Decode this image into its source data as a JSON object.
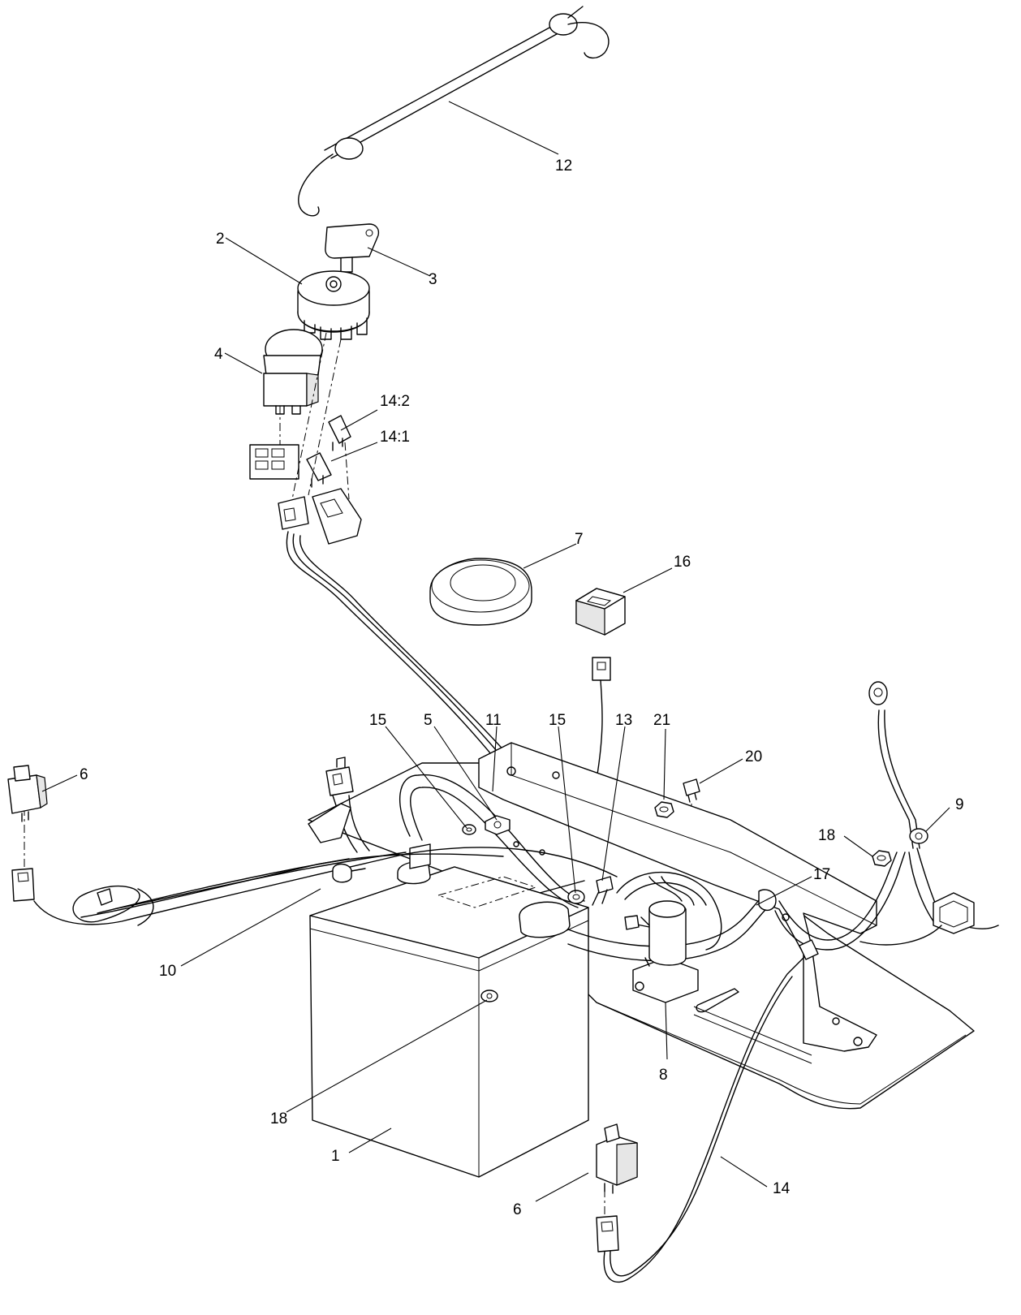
{
  "callouts": {
    "c1": "1",
    "c2": "2",
    "c3": "3",
    "c4": "4",
    "c5": "5",
    "c6a": "6",
    "c6b": "6",
    "c7": "7",
    "c8": "8",
    "c9": "9",
    "c10": "10",
    "c11": "11",
    "c12": "12",
    "c13": "13",
    "c14": "14",
    "c14_1": "14:1",
    "c14_2": "14:2",
    "c15a": "15",
    "c15b": "15",
    "c16": "16",
    "c17": "17",
    "c18a": "18",
    "c18b": "18",
    "c20": "20",
    "c21": "21"
  }
}
